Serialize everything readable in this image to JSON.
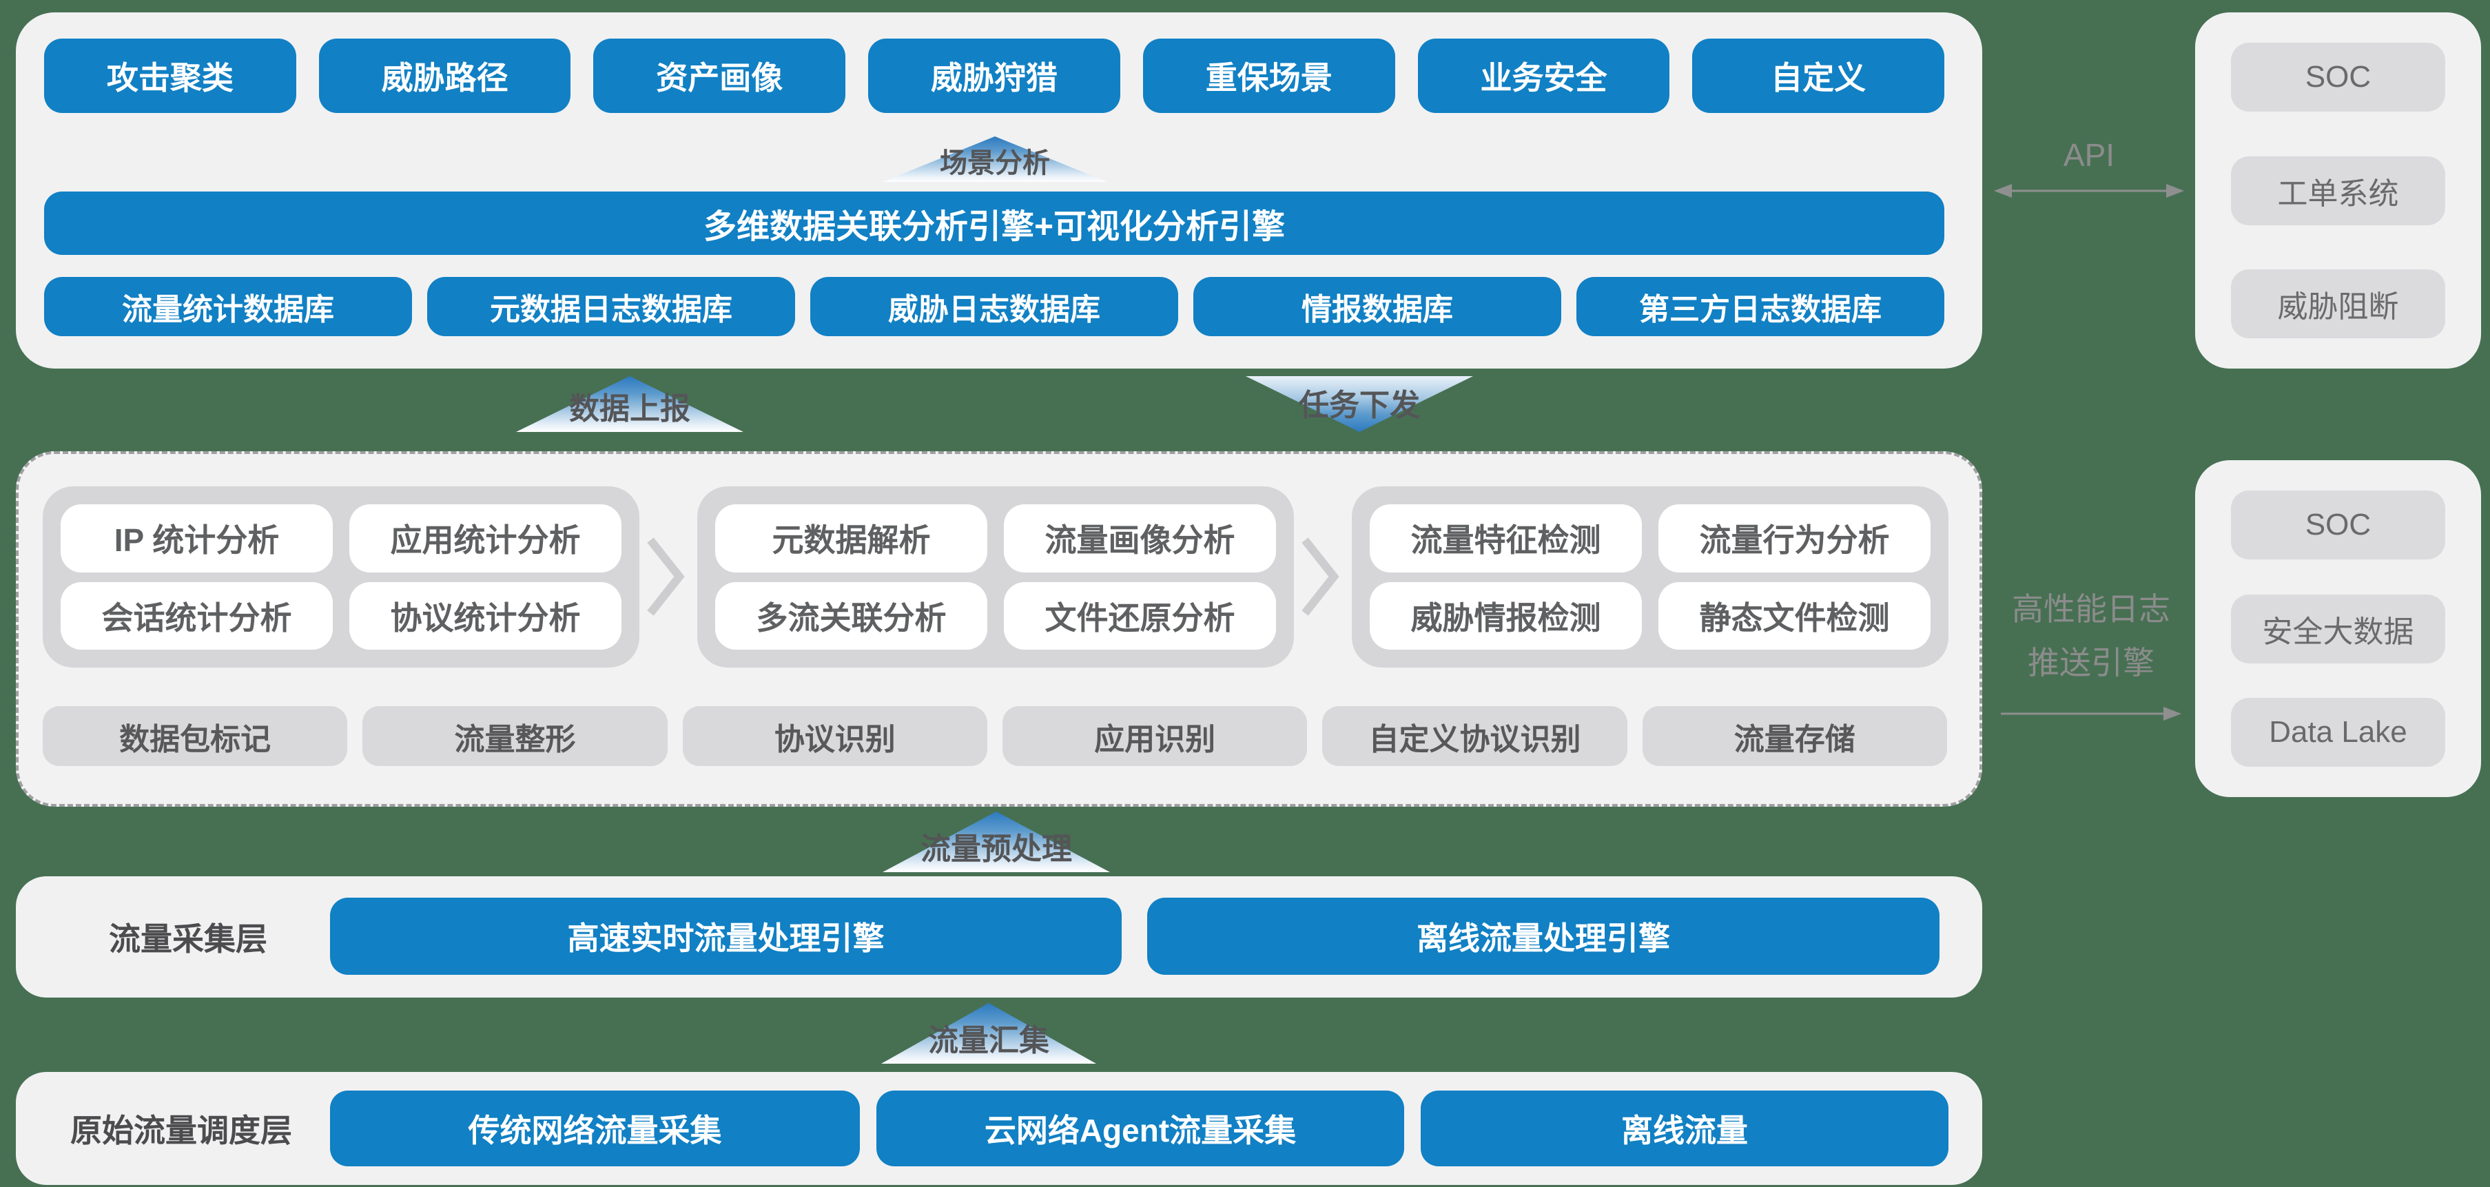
{
  "colors": {
    "background_green": "#477053",
    "accent_blue": "#1180c4",
    "panel_gray": "#f1f1f2",
    "node_gray": "#dbdbdd",
    "group_gray": "#d6d6d8"
  },
  "top_panel": {
    "scene_buttons": [
      "攻击聚类",
      "威胁路径",
      "资产画像",
      "威胁狩猎",
      "重保场景",
      "业务安全",
      "自定义"
    ],
    "scene_arrow_label": "场景分析",
    "engine_bar": "多维数据关联分析引擎+可视化分析引擎",
    "databases": [
      "流量统计数据库",
      "元数据日志数据库",
      "威胁日志数据库",
      "情报数据库",
      "第三方日志数据库"
    ]
  },
  "api_connector": {
    "label": "API"
  },
  "integration_top": {
    "items": [
      "SOC",
      "工单系统",
      "威胁阻断"
    ]
  },
  "flow_arrows": {
    "up": "数据上报",
    "down": "任务下发"
  },
  "processing_panel": {
    "groups": [
      {
        "items": [
          "IP 统计分析",
          "应用统计分析",
          "会话统计分析",
          "协议统计分析"
        ]
      },
      {
        "items": [
          "元数据解析",
          "流量画像分析",
          "多流关联分析",
          "文件还原分析"
        ]
      },
      {
        "items": [
          "流量特征检测",
          "流量行为分析",
          "威胁情报检测",
          "静态文件检测"
        ]
      }
    ],
    "base_functions": [
      "数据包标记",
      "流量整形",
      "协议识别",
      "应用识别",
      "自定义协议识别",
      "流量存储"
    ]
  },
  "log_push": {
    "line1": "高性能日志",
    "line2": "推送引擎"
  },
  "integration_middle": {
    "items": [
      "SOC",
      "安全大数据",
      "Data Lake"
    ]
  },
  "preprocess_arrow": "流量预处理",
  "collection_layer": {
    "title": "流量采集层",
    "engines": [
      "高速实时流量处理引擎",
      "离线流量处理引擎"
    ]
  },
  "aggregate_arrow": "流量汇集",
  "scheduling_layer": {
    "title": "原始流量调度层",
    "sources": [
      "传统网络流量采集",
      "云网络Agent流量采集",
      "离线流量"
    ]
  }
}
